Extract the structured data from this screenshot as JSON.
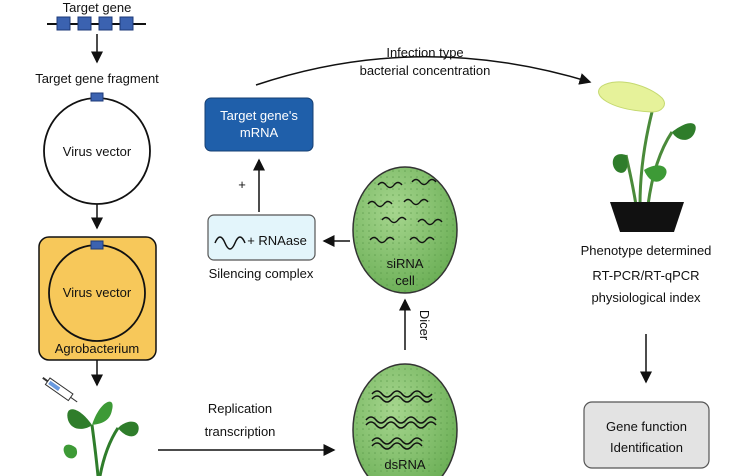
{
  "labels": {
    "target_gene": "Target gene",
    "target_gene_fragment": "Target gene fragment",
    "virus_vector_top": "Virus vector",
    "virus_vector_inner": "Virus vector",
    "agrobacterium": "Agrobacterium",
    "infection_line1": "Infection type",
    "infection_line2": "bacterial concentration",
    "mrna_line1": "Target gene's",
    "mrna_line2": "mRNA",
    "plus": "+",
    "rnaase": "+ RNAase",
    "silencing_complex": "Silencing complex",
    "sirna_line1": "siRNA",
    "sirna_line2": "cell",
    "dicer": "Dicer",
    "dsrna_line1": "dsRNA",
    "replication_line1": "Replication",
    "replication_line2": "transcription",
    "phenotype": "Phenotype determined",
    "rtpcr": "RT-PCR/RT-qPCR",
    "physio": "physiological index",
    "gene_function_line1": "Gene function",
    "gene_function_line2": "Identification"
  },
  "colors": {
    "gene_block": "#3b62b0",
    "agro_fill": "#f7c85a",
    "mrna_fill": "#1f5faa",
    "silencing_fill": "#e3f5fb",
    "cell_fill": "#7fbf6a",
    "gene_function_fill": "#e3e3e3",
    "leaf_dark": "#2f7d2b",
    "leaf_light": "#e6f29a"
  }
}
